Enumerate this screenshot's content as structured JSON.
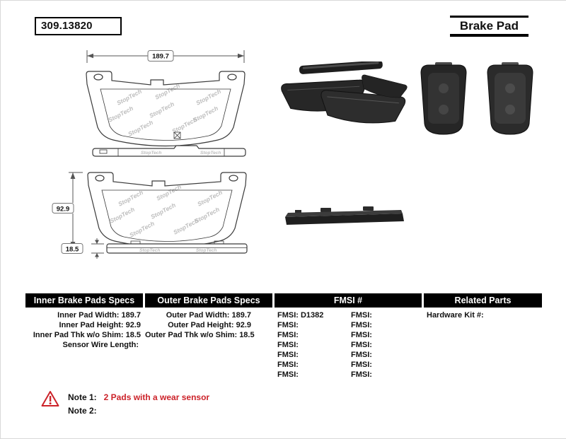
{
  "header": {
    "part_number": "309.13820",
    "product_type": "Brake Pad"
  },
  "diagram": {
    "width_dim": "189.7",
    "height_dim": "92.9",
    "thickness_dim": "18.5",
    "watermark": "StopTech"
  },
  "specs": {
    "inner": {
      "title": "Inner Brake Pads Specs",
      "rows": [
        {
          "label": "Inner Pad Width:",
          "value": "189.7"
        },
        {
          "label": "Inner Pad Height:",
          "value": "92.9"
        },
        {
          "label": "Inner Pad Thk w/o Shim:",
          "value": "18.5"
        },
        {
          "label": "Sensor Wire Length:",
          "value": ""
        }
      ]
    },
    "outer": {
      "title": "Outer Brake Pads Specs",
      "rows": [
        {
          "label": "Outer Pad Width:",
          "value": "189.7"
        },
        {
          "label": "Outer Pad Height:",
          "value": "92.9"
        },
        {
          "label": "Outer Pad Thk w/o Shim:",
          "value": "18.5"
        }
      ]
    },
    "fmsi": {
      "title": "FMSI #",
      "col1": [
        {
          "label": "FMSI:",
          "value": "D1382"
        },
        {
          "label": "FMSI:",
          "value": ""
        },
        {
          "label": "FMSI:",
          "value": ""
        },
        {
          "label": "FMSI:",
          "value": ""
        },
        {
          "label": "FMSI:",
          "value": ""
        },
        {
          "label": "FMSI:",
          "value": ""
        },
        {
          "label": "FMSI:",
          "value": ""
        }
      ],
      "col2": [
        {
          "label": "FMSI:",
          "value": ""
        },
        {
          "label": "FMSI:",
          "value": ""
        },
        {
          "label": "FMSI:",
          "value": ""
        },
        {
          "label": "FMSI:",
          "value": ""
        },
        {
          "label": "FMSI:",
          "value": ""
        },
        {
          "label": "FMSI:",
          "value": ""
        },
        {
          "label": "FMSI:",
          "value": ""
        }
      ]
    },
    "related": {
      "title": "Related Parts",
      "rows": [
        {
          "label": "Hardware Kit #:",
          "value": ""
        }
      ]
    }
  },
  "notes": [
    {
      "label": "Note 1:",
      "text": "2 Pads with a wear sensor"
    },
    {
      "label": "Note 2:",
      "text": ""
    }
  ],
  "colors": {
    "note_accent": "#cc2229",
    "header_bar": "#000000"
  }
}
